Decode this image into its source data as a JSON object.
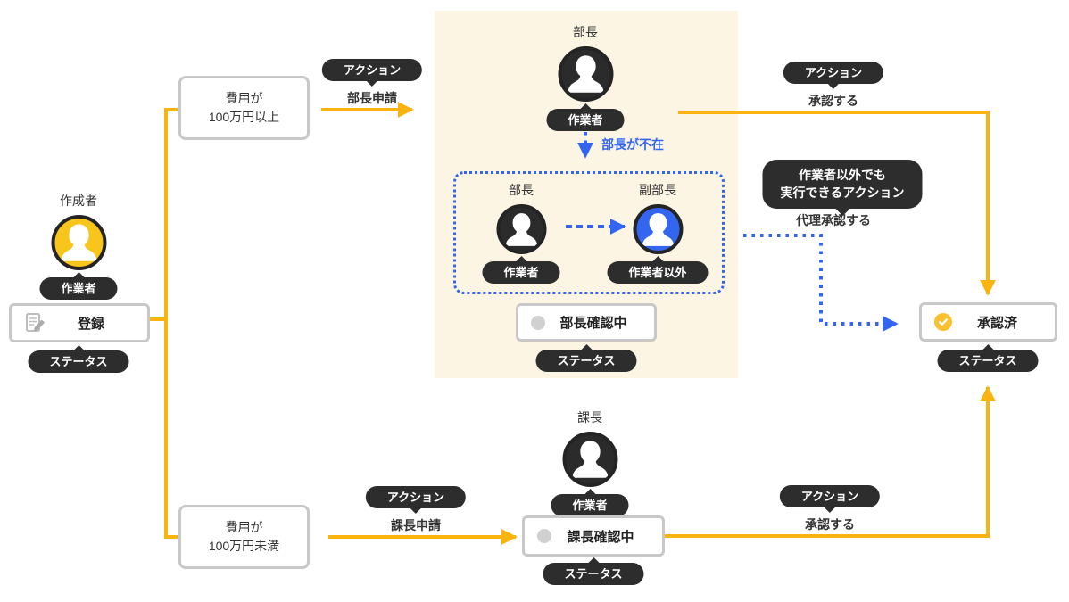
{
  "colors": {
    "connector_yellow": "#FBB40F",
    "accent_blue": "#3465F1",
    "pill_dark": "#2D2D2D",
    "panel_cream": "#FCF5E3",
    "box_border_gray": "#C8C8C8",
    "avatar_yellow": "#F8C51D",
    "check_yellow": "#FBC02D",
    "pending_dot_gray": "#D0D0D0"
  },
  "diagram": {
    "creator": {
      "role": "作成者",
      "badge": "作業者"
    },
    "register": {
      "label": "登録",
      "tag": "ステータス"
    },
    "condition_over": {
      "line1": "費用が",
      "line2": "100万円以上"
    },
    "condition_under": {
      "line1": "費用が",
      "line2": "100万円未満"
    },
    "action_tag": "アクション",
    "apply_bucho": "部長申請",
    "approve_top": "承認する",
    "apply_kacho": "課長申請",
    "approve_bottom": "承認する",
    "bucho": {
      "role": "部長",
      "badge": "作業者"
    },
    "absence": "部長が不在",
    "fallback_bucho": {
      "role": "部長",
      "badge": "作業者"
    },
    "deputy": {
      "role": "副部長",
      "badge": "作業者以外"
    },
    "bucho_status": {
      "label": "部長確認中",
      "tag": "ステータス"
    },
    "proxy_badge": {
      "line1": "作業者以外でも",
      "line2": "実行できるアクション"
    },
    "proxy_action": "代理承認する",
    "approved": {
      "label": "承認済",
      "tag": "ステータス"
    },
    "kacho": {
      "role": "課長",
      "badge": "作業者"
    },
    "kacho_status": {
      "label": "課長確認中",
      "tag": "ステータス"
    }
  }
}
